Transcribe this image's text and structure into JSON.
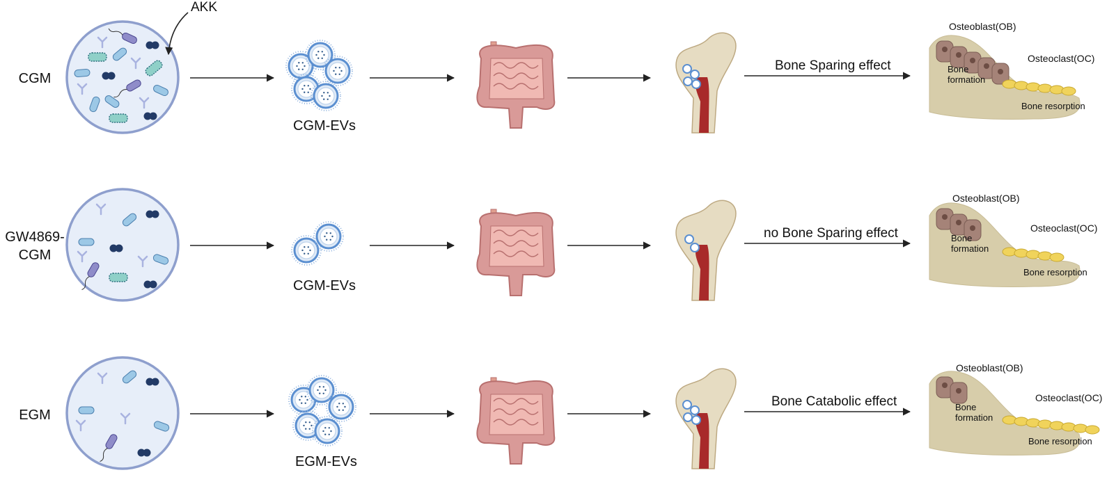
{
  "rows": [
    {
      "label": "CGM",
      "ev_label": "CGM-EVs",
      "effect": "Bone Sparing effect",
      "osteoblast": "Osteoblast(OB)",
      "osteoclast": "Osteoclast(OC)",
      "formation": "Bone\nformation",
      "resorption": "Bone resorption"
    },
    {
      "label": "GW4869-\nCGM",
      "ev_label": "CGM-EVs",
      "effect": "no Bone Sparing effect",
      "osteoblast": "Osteoblast(OB)",
      "osteoclast": "Osteoclast(OC)",
      "formation": "Bone\nformation",
      "resorption": "Bone resorption"
    },
    {
      "label": "EGM",
      "ev_label": "EGM-EVs",
      "effect": "Bone Catabolic effect",
      "osteoblast": "Osteoblast(OB)",
      "osteoclast": "Osteoclast(OC)",
      "formation": "Bone\nformation",
      "resorption": "Bone resorption"
    }
  ],
  "annotation": {
    "akk": "AKK"
  },
  "colors": {
    "dish_fill": "#e7eef9",
    "dish_stroke": "#8e9fcd",
    "ev_blue": "#5b8fd0",
    "ev_fill": "#dfeaf7",
    "intestine": "#d99a98",
    "intestine_dark": "#b8706f",
    "bone": "#e6dcc2",
    "bone_matrix": "#d7cdaa",
    "marrow": "#a82a2a",
    "osteoblast": "#a58378",
    "osteoclast": "#f0d35b",
    "arrow": "#222222"
  }
}
